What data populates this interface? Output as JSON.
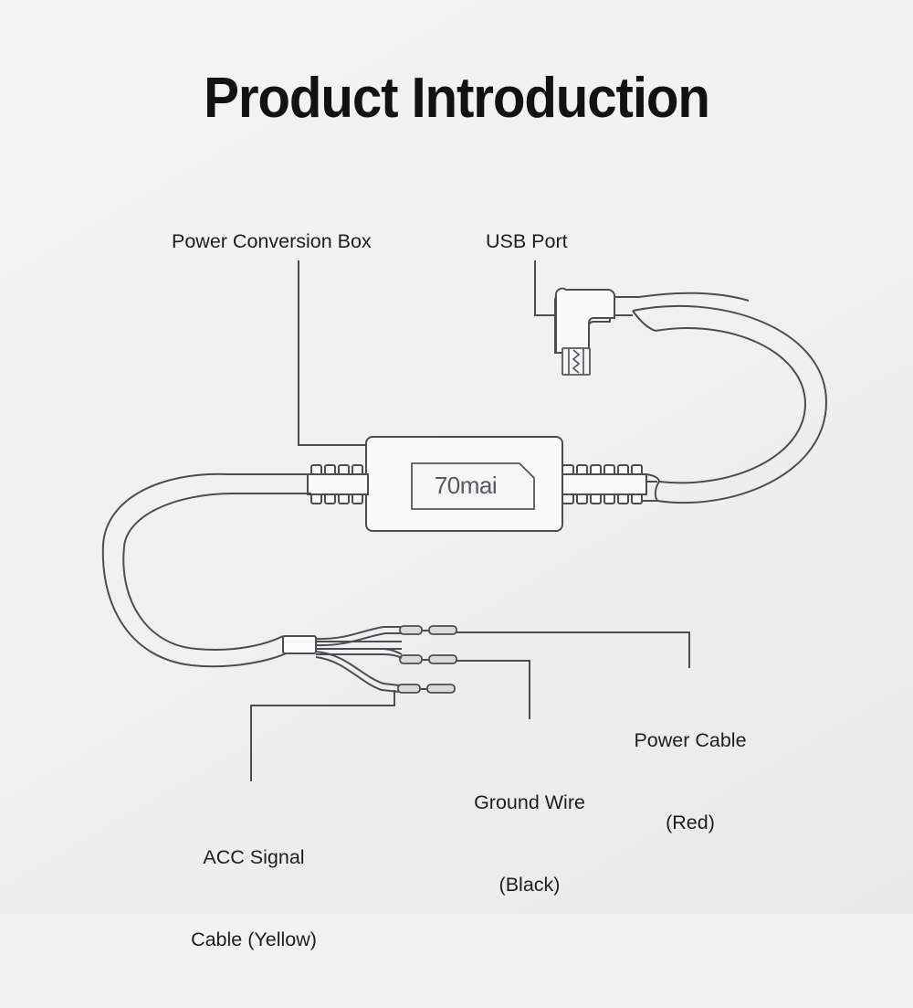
{
  "page": {
    "title": "Product Introduction",
    "background_color": "#f1f1f1",
    "line_color": "#4a4d52",
    "text_color": "#1c1d1f"
  },
  "diagram": {
    "type": "product-callout-diagram",
    "product": "70mai hardwire kit power conversion cable",
    "brand_logo_text": "70mai",
    "callouts": [
      {
        "id": "power-conversion-box",
        "label": "Power Conversion Box",
        "lines": [
          "Power Conversion Box"
        ],
        "position": "top-left",
        "leader": "L-shaped: down then right to device body"
      },
      {
        "id": "usb-port",
        "label": "USB Port",
        "lines": [
          "USB Port"
        ],
        "position": "top-center",
        "leader": "L-shaped: down then right to right-angle USB plug"
      },
      {
        "id": "power-cable-red",
        "label": "Power Cable (Red)",
        "lines": [
          "Power Cable",
          "(Red)"
        ],
        "position": "bottom-right",
        "leader": "from top wire terminal, right then down"
      },
      {
        "id": "ground-wire-black",
        "label": "Ground Wire (Black)",
        "lines": [
          "Ground Wire",
          "(Black)"
        ],
        "position": "bottom-center",
        "leader": "from middle wire terminal, right then down"
      },
      {
        "id": "acc-signal-cable-yellow",
        "label": "ACC Signal Cable (Yellow)",
        "lines": [
          "ACC Signal",
          "Cable (Yellow)"
        ],
        "position": "bottom-left",
        "leader": "from bottom wire terminal, down then left then down"
      }
    ],
    "parts": [
      {
        "id": "left-cable-coil",
        "name": "Coiled cable loop (left)"
      },
      {
        "id": "left-strain-relief",
        "name": "Strain relief (left)"
      },
      {
        "id": "conversion-box",
        "name": "Power conversion box body"
      },
      {
        "id": "right-strain-relief",
        "name": "Strain relief (right)"
      },
      {
        "id": "right-cable-coil",
        "name": "Coiled cable loop (right)"
      },
      {
        "id": "usb-plug",
        "name": "Right-angle micro USB plug"
      },
      {
        "id": "wire-power",
        "name": "Power wire terminal (top)"
      },
      {
        "id": "wire-ground",
        "name": "Ground wire terminal (middle)"
      },
      {
        "id": "wire-acc",
        "name": "ACC signal wire terminal (bottom)"
      }
    ]
  }
}
